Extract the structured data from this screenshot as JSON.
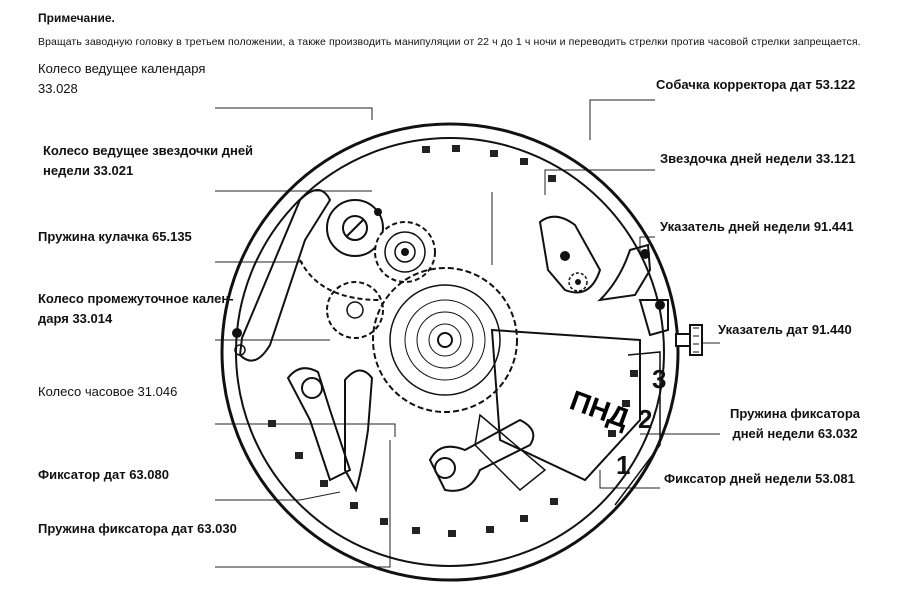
{
  "note": {
    "title": "Примечание.",
    "text": "Вращать заводную головку в третьем положении, а также производить манипуляции от 22 ч до 1 ч ночи и переводить стрелки против часовой стрелки запрещается."
  },
  "labels_left": [
    {
      "line1": "Колесо ведущее календаря",
      "line2": "33.028"
    },
    {
      "line1": "Колесо ведущее звездочки дней",
      "line2": "недели 33.021"
    },
    {
      "line1": "Пружина кулачка 65.135",
      "line2": ""
    },
    {
      "line1": "Колесо промежуточное кален-",
      "line2": "даря 33.014"
    },
    {
      "line1": "Колесо часовое 31.046",
      "line2": ""
    },
    {
      "line1": "Фиксатор дат 63.080",
      "line2": ""
    },
    {
      "line1": "Пружина фиксатора дат 63.030",
      "line2": ""
    }
  ],
  "labels_right": [
    {
      "line1": "Собачка корректора дат 53.122",
      "line2": ""
    },
    {
      "line1": "Звездочка дней недели 33.121",
      "line2": ""
    },
    {
      "line1": "Указатель дней недели 91.441",
      "line2": ""
    },
    {
      "line1": "Указатель дат 91.440",
      "line2": ""
    },
    {
      "line1": "Пружина фиксатора",
      "line2": "дней недели  63.032"
    },
    {
      "line1": "Фиксатор дней недели 53.081",
      "line2": ""
    }
  ],
  "dial": {
    "day_text": "ПНД",
    "dates": [
      "3",
      "2",
      "1"
    ]
  }
}
